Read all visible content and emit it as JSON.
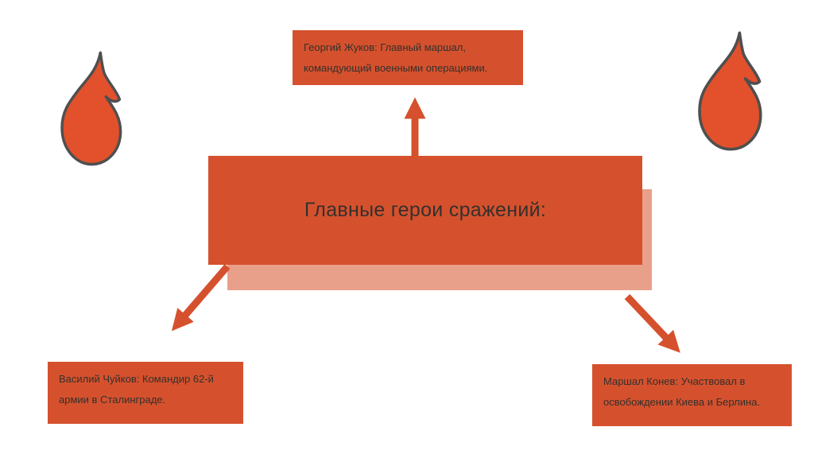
{
  "title": "Главные герои сражений:",
  "nodes": {
    "top": {
      "line1": "Георгий Жуков: Главный маршал,",
      "line2": "командующий военными операциями."
    },
    "bottom_left": {
      "line1": "Василий Чуйков: Командир 62-й",
      "line2": "армии в Сталинграде."
    },
    "bottom_right": {
      "line1": "Маршал Конев: Участвовал в",
      "line2": "освобождении Киева и Берлина."
    }
  },
  "icons": [
    {
      "name": "flame-icon",
      "position": "top-left"
    },
    {
      "name": "flame-icon",
      "position": "top-right"
    }
  ],
  "colors": {
    "box_orange": "#d5512d",
    "shadow_orange": "#e9a08b",
    "flame_fill": "#e2512b",
    "flame_outline": "#4f4f4f",
    "text": "#35302c",
    "background": "#ffffff"
  }
}
